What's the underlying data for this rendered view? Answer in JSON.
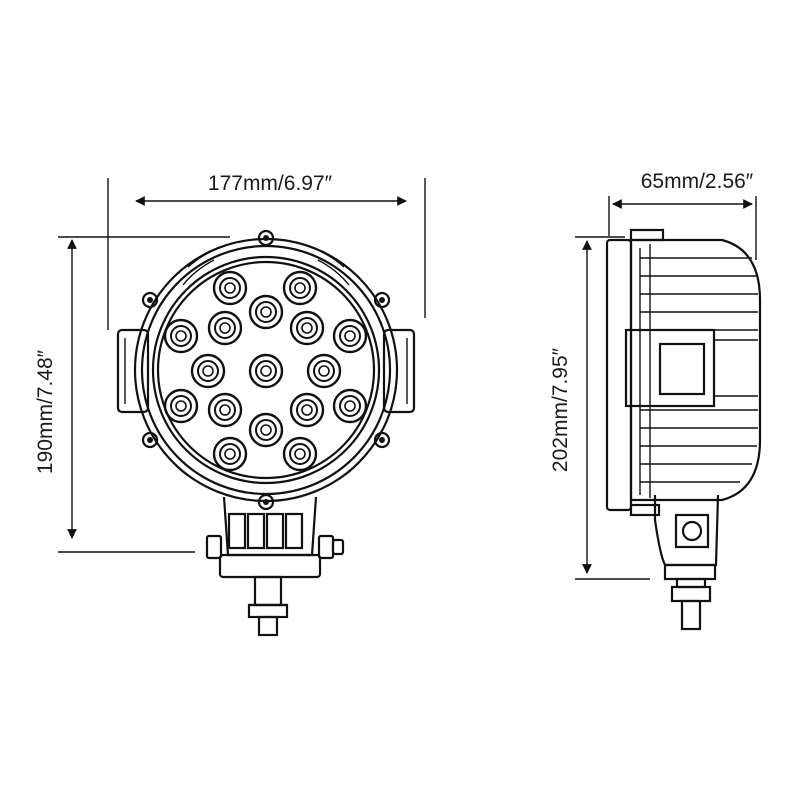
{
  "dimensions": {
    "front_width": "177mm/6.97″",
    "front_height": "190mm/7.48″",
    "side_depth": "65mm/2.56″",
    "side_height": "202mm/7.95″"
  },
  "front_view": {
    "led_count": 17
  },
  "colors": {
    "line": "#111111",
    "background": "#ffffff"
  }
}
